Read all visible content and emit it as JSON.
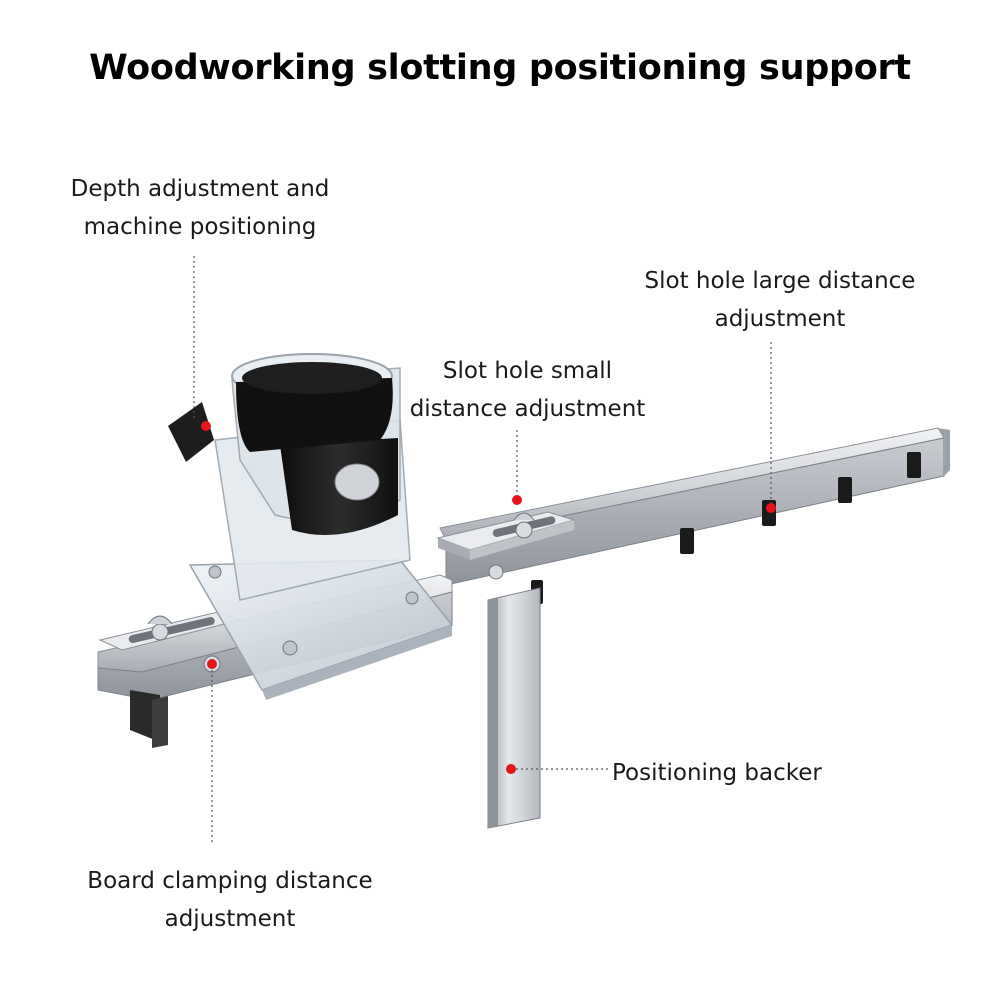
{
  "title": "Woodworking slotting positioning support",
  "annotations": {
    "depth": {
      "line1": "Depth adjustment and",
      "line2": "machine positioning"
    },
    "small": {
      "line1": "Slot hole small",
      "line2": "distance adjustment"
    },
    "large": {
      "line1": "Slot hole large distance",
      "line2": "adjustment"
    },
    "backer": {
      "line1": "Positioning backer"
    },
    "clamp": {
      "line1": "Board clamping distance",
      "line2": "adjustment"
    }
  },
  "colors": {
    "marker": "#e4161a",
    "leader": "#555555",
    "steel": "#c7cbd0",
    "motor_sleeve": "#1c1c1c"
  }
}
